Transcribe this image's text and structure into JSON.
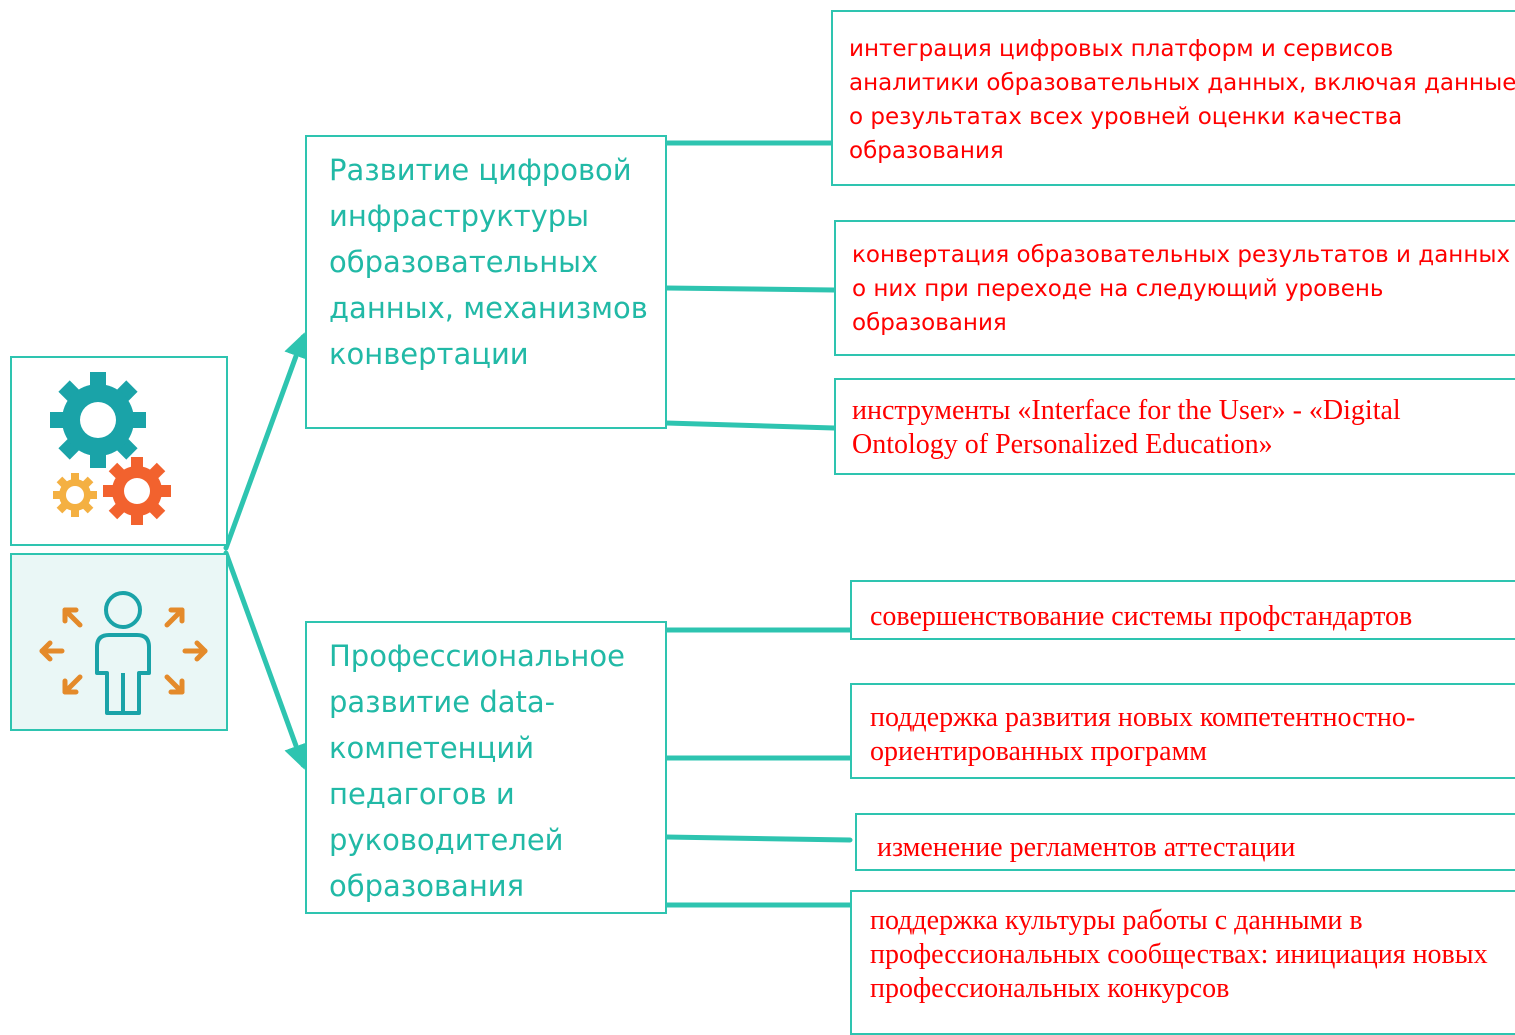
{
  "main_nodes": [
    {
      "id": "digital-infrastructure",
      "label": "Развитие цифровой инфраструктуры образовательных данных, механизмов конвертации",
      "children": [
        "интеграция цифровых платформ и сервисов аналитики образовательных данных, включая данные о результатах всех уровней оценки качества образования",
        "конвертация образовательных результатов и данных о них при переходе на следующий уровень образования",
        "инструменты «Interface for the User» - «Digital Ontology of Personalized Education»"
      ]
    },
    {
      "id": "professional-development",
      "label": "Профессиональное развитие data-компетенций педагогов и руководителей образования",
      "children": [
        "совершенствование системы профстандартов",
        "поддержка развития новых компетентностно-ориентированных программ",
        "изменение регламентов аттестации",
        "поддержка культуры работы с данными в профессиональных сообществах: инициация новых профессиональных конкурсов"
      ]
    }
  ],
  "icons": [
    "gears-icon",
    "person-arrows-icon"
  ],
  "colors": {
    "connector": "#2ec4b0",
    "main_text": "#21b9a6",
    "sub_text": "#ff0000",
    "gear_large": "#1aa3a8",
    "gear_small_left": "#f4b042",
    "gear_small_right": "#f2622e",
    "person_stroke": "#1aa3a8",
    "arrows": "#e48a2a",
    "icon_bg_bottom": "#eaf7f6"
  }
}
